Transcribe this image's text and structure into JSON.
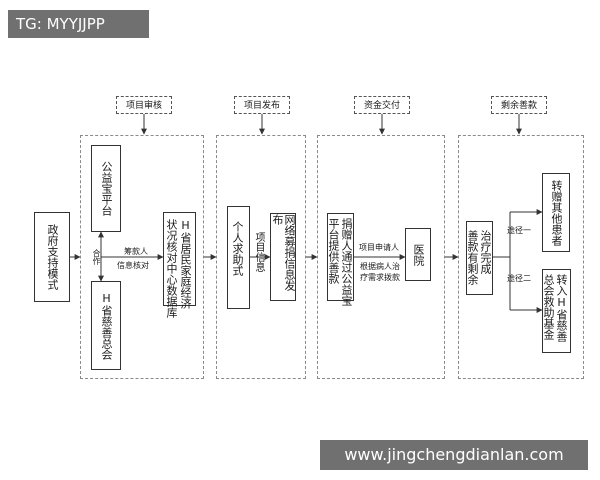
{
  "watermarks": {
    "top_left": "TG: MYYJJPP",
    "bottom_right": "www.jingchengdianlan.com"
  },
  "stage_tags": [
    "项目审核",
    "项目发布",
    "资金交付",
    "剩余善款"
  ],
  "nodes": {
    "gov_mode": "政府支持模式",
    "public_platform": "公益宝平台",
    "h_charity": "H省慈善总会",
    "core_database_col1": "H省居民家庭经济",
    "core_database_col2": "状况核对中心数据库",
    "personal_help": "个人求助式",
    "project_info": "项目信息",
    "online_fundraising": "网络募捐信息发布",
    "donor_col1": "捐赠人通过公益宝",
    "donor_col2": "平台提供善款",
    "hospital": "医院",
    "treatment_done_col1": "治疗完成",
    "treatment_done_col2": "善款有剩余",
    "transfer_other": "转赠其他患者",
    "fund_col1": "转入H省慈善",
    "fund_col2": "总会救助基金"
  },
  "edge_labels": {
    "cooperate": "合作",
    "fund_seeker": "筹款人",
    "info_verify": "信息核对",
    "project_applicant": "项目申请人",
    "pay_by_need": "根据病人治疗需求拨款",
    "route_one": "途径一",
    "route_two": "途径二"
  },
  "colors": {
    "line": "#333333",
    "dashed_border": "#8a8a8a",
    "watermark_bg": "#707070"
  }
}
